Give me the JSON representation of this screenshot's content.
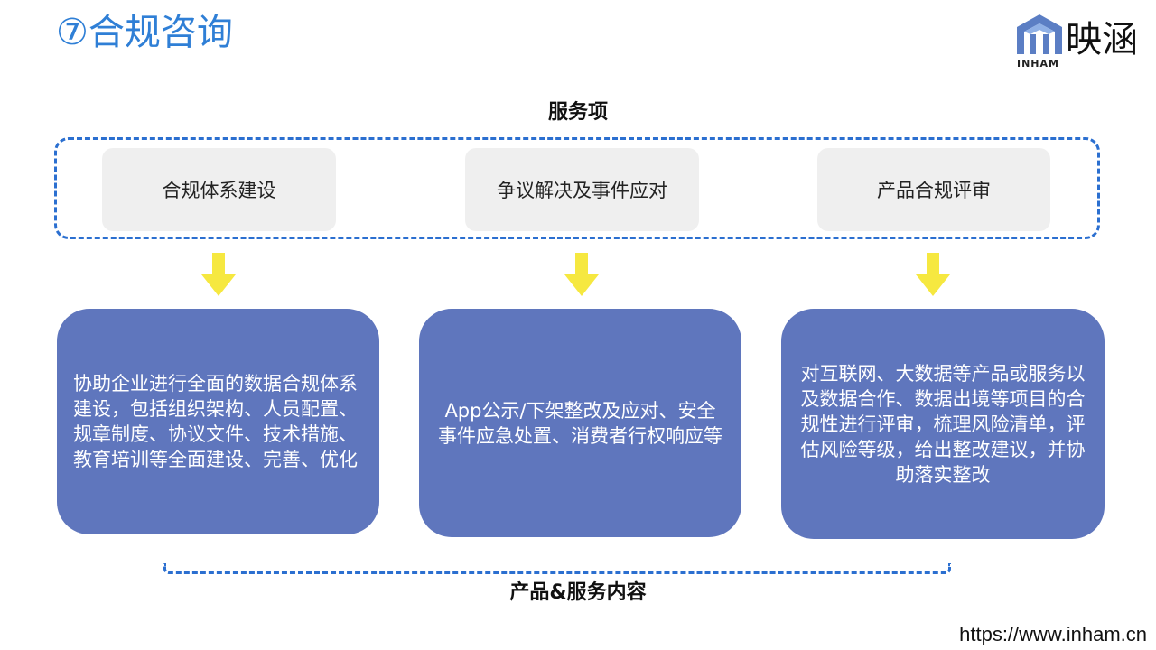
{
  "header": {
    "title": "⑦合规咨询",
    "logo_cn": "映涵",
    "logo_en": "INHAM"
  },
  "services": {
    "heading": "服务项",
    "items": [
      {
        "label": "合规体系建设"
      },
      {
        "label": "争议解决及事件应对"
      },
      {
        "label": "产品合规评审"
      }
    ]
  },
  "contents": {
    "heading": "产品&服务内容",
    "items": [
      {
        "text": "协助企业进行全面的数据合规体系建设，包括组织架构、人员配置、规章制度、协议文件、技术措施、教育培训等全面建设、完善、优化"
      },
      {
        "text": "App公示/下架整改及应对、安全事件应急处置、消费者行权响应等"
      },
      {
        "text": "对互联网、大数据等产品或服务以及数据合作、数据出境等项目的合规性进行评审，梳理风险清单，评估风险等级，给出整改建议，并协助落实整改"
      }
    ]
  },
  "footer": {
    "url": "https://www.inham.cn"
  },
  "colors": {
    "title": "#2f7fd6",
    "dashed": "#2b6fd0",
    "card": "#5f76bd",
    "service_bg": "#efefef",
    "arrow": "#f6e840"
  }
}
